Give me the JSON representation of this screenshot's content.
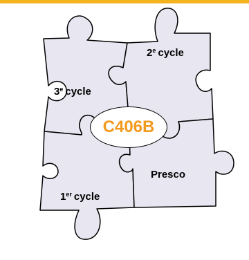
{
  "colors": {
    "accent": "#F3B31F",
    "piece_fill": "#E8E7F1",
    "badge_text": "#F39A1E",
    "outline": "#000000"
  },
  "pieces": {
    "cycle3": {
      "number": "3",
      "sup": "e",
      "word": "cycle"
    },
    "cycle2": {
      "number": "2",
      "sup": "e",
      "word": "cycle"
    },
    "cycle1": {
      "number": "1",
      "sup": "er",
      "word": "cycle"
    },
    "presco": {
      "label": "Presco"
    }
  },
  "center": {
    "code": "C406B"
  }
}
